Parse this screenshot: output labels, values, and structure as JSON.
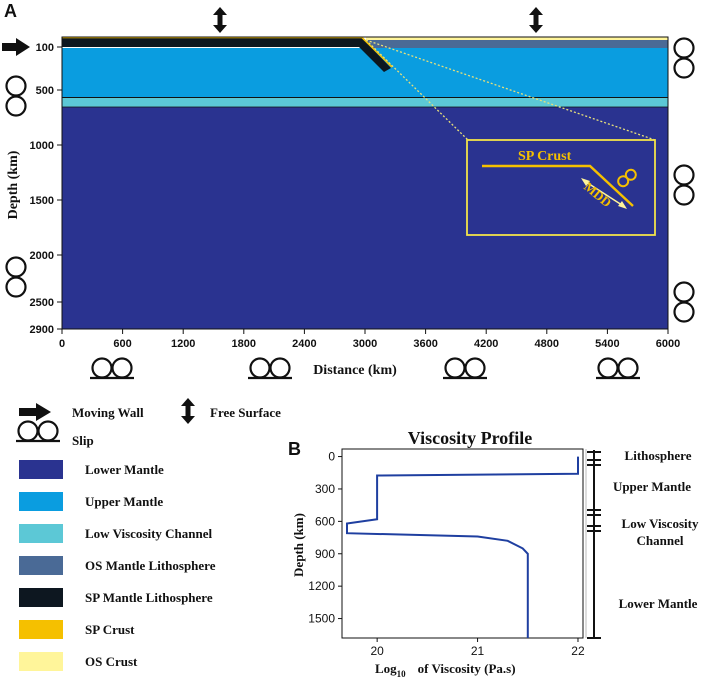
{
  "panel_a": {
    "label": "A",
    "y_axis_label": "Depth (km)",
    "x_axis_label": "Distance (km)",
    "y_ticks": [
      "100",
      "500",
      "1000",
      "1500",
      "2000",
      "2500",
      "2900"
    ],
    "x_ticks": [
      "0",
      "600",
      "1200",
      "1800",
      "2400",
      "3000",
      "3600",
      "4200",
      "4800",
      "5400",
      "6000"
    ],
    "inset": {
      "crust_label": "SP Crust",
      "mdd_label": "MDD"
    },
    "colors": {
      "lower_mantle": "#2a3390",
      "upper_mantle": "#0a9de0",
      "low_viscosity_channel": "#5cc8d6",
      "os_mantle_lithosphere": "#4a6a96",
      "sp_mantle_lithosphere": "#0d1720",
      "sp_crust": "#f5c000",
      "os_crust": "#fff59a"
    },
    "icons": [
      "moving-wall-arrow",
      "free-surface-arrow",
      "slip-rollers"
    ]
  },
  "legend": {
    "moving_wall": "Moving Wall",
    "free_surface": "Free Surface",
    "slip": "Slip",
    "items": [
      {
        "label": "Lower Mantle",
        "color": "#2a3390"
      },
      {
        "label": "Upper Mantle",
        "color": "#0a9de0"
      },
      {
        "label": "Low Viscosity Channel",
        "color": "#5cc8d6"
      },
      {
        "label": "OS Mantle Lithosphere",
        "color": "#4a6a96"
      },
      {
        "label": "SP Mantle Lithosphere",
        "color": "#0d1720"
      },
      {
        "label": "SP Crust",
        "color": "#f5c000"
      },
      {
        "label": "OS Crust",
        "color": "#fff59a"
      }
    ]
  },
  "panel_b": {
    "label": "B",
    "title": "Viscosity Profile",
    "y_axis_label": "Depth (km)",
    "x_axis_label_prefix": "Log",
    "x_axis_label_sub": "10",
    "x_axis_label_suffix": "of Viscosity (Pa.s)",
    "y_ticks": [
      "0",
      "300",
      "600",
      "900",
      "1200",
      "1500"
    ],
    "x_ticks": [
      "20",
      "21",
      "22"
    ],
    "layers": {
      "lithosphere": "Lithosphere",
      "upper_mantle": "Upper Mantle",
      "low_viscosity_line1": "Low Viscosity",
      "low_viscosity_line2": "Channel",
      "lower_mantle": "Lower Mantle"
    },
    "line_color": "#1f3fa0"
  },
  "chart_data": {
    "type": "line",
    "title": "Viscosity Profile",
    "xlabel": "Log10 of Viscosity (Pa.s)",
    "ylabel": "Depth (km)",
    "xlim": [
      19.65,
      22.05
    ],
    "ylim": [
      1680,
      -70
    ],
    "series": [
      {
        "points": [
          [
            22.0,
            0
          ],
          [
            22.0,
            160
          ],
          [
            20.0,
            175
          ],
          [
            20.0,
            580
          ],
          [
            19.7,
            620
          ],
          [
            19.7,
            710
          ],
          [
            21.0,
            740
          ],
          [
            21.3,
            780
          ],
          [
            21.45,
            850
          ],
          [
            21.5,
            900
          ],
          [
            21.5,
            1680
          ]
        ]
      }
    ]
  }
}
